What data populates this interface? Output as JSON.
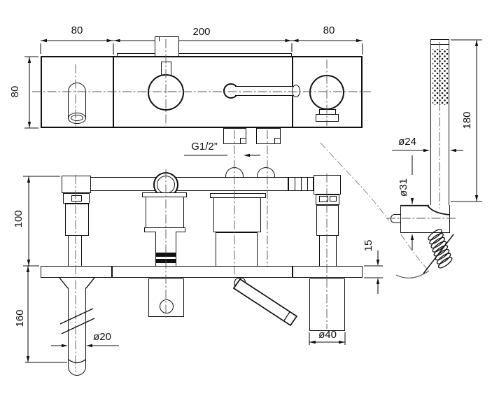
{
  "drawing": {
    "type": "technical-dimension-drawing",
    "subject": "bath-shower-mixer-with-handshower",
    "line_color": "#111111",
    "centerline_color": "#555555",
    "background": "#ffffff",
    "dimensions": {
      "top_width_left": "80",
      "top_width_center": "200",
      "top_width_right": "80",
      "body_depth": "80",
      "height_above_deck": "100",
      "pipe_length_below_deck": "160",
      "deck_thickness": "15",
      "spout_pipe_diameter": "ø20",
      "cylinder_diameter": "ø40",
      "thread_size": "G1/2”",
      "handshower_length": "180",
      "handshower_diameter": "ø24",
      "holder_diameter": "ø31"
    }
  }
}
